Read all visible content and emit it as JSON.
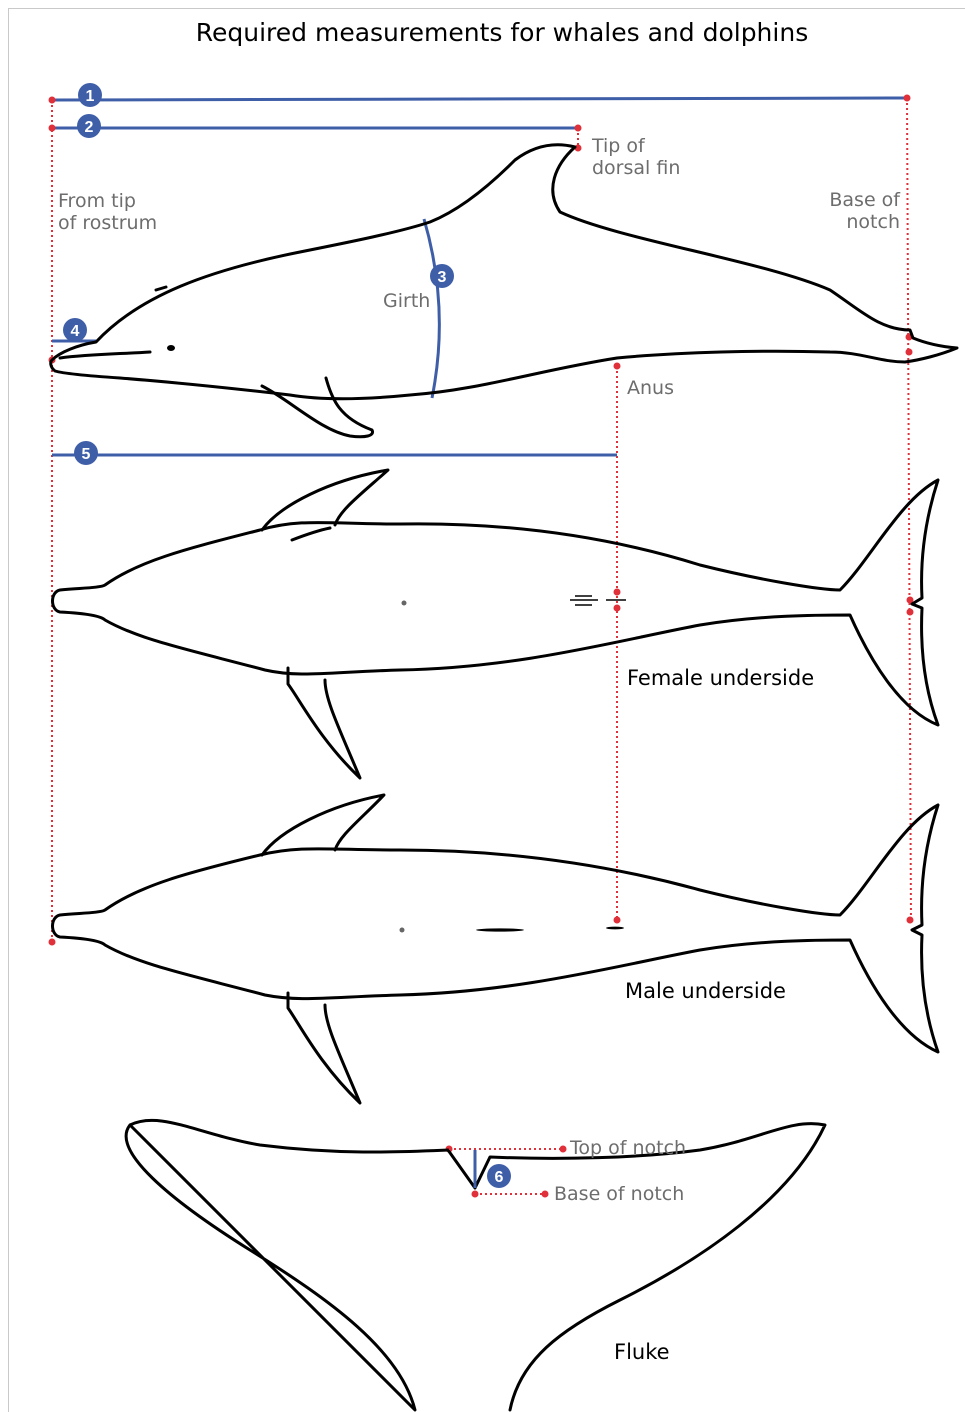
{
  "title": "Required measurements for whales and dolphins",
  "measurement_numbers": [
    "1",
    "2",
    "3",
    "4",
    "5",
    "6"
  ],
  "labels": {
    "from_tip_line1": "From tip",
    "from_tip_line2": "of rostrum",
    "tip_dorsal_line1": "Tip of",
    "tip_dorsal_line2": "dorsal fin",
    "base_notch_line1": "Base of",
    "base_notch_line2": "notch",
    "girth": "Girth",
    "anus": "Anus",
    "female_underside": "Female underside",
    "male_underside": "Male underside",
    "top_of_notch": "Top of notch",
    "base_of_notch": "Base of notch",
    "fluke": "Fluke"
  },
  "colors": {
    "measurement_line": "#3f5ea8",
    "guide_line": "#e0303a",
    "outline": "#000000",
    "label_text": "#6d6d6d"
  }
}
